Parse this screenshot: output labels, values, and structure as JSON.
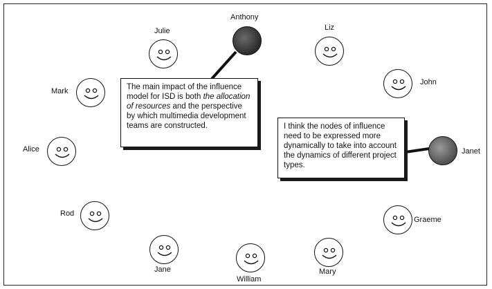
{
  "diagram": {
    "people": [
      {
        "id": "anthony",
        "name": "Anthony",
        "style": "dark"
      },
      {
        "id": "liz",
        "name": "Liz",
        "style": "smiley"
      },
      {
        "id": "julie",
        "name": "Julie",
        "style": "smiley"
      },
      {
        "id": "mark",
        "name": "Mark",
        "style": "smiley"
      },
      {
        "id": "john",
        "name": "John",
        "style": "smiley"
      },
      {
        "id": "alice",
        "name": "Alice",
        "style": "smiley"
      },
      {
        "id": "janet",
        "name": "Janet",
        "style": "dark"
      },
      {
        "id": "rod",
        "name": "Rod",
        "style": "smiley"
      },
      {
        "id": "graeme",
        "name": "Graeme",
        "style": "smiley"
      },
      {
        "id": "jane",
        "name": "Jane",
        "style": "smiley"
      },
      {
        "id": "william",
        "name": "William",
        "style": "smiley"
      },
      {
        "id": "mary",
        "name": "Mary",
        "style": "smiley"
      }
    ],
    "callouts": [
      {
        "speaker": "Anthony",
        "text_pre": "The main impact of the influence model for ISD is both ",
        "text_em": "the allocation of resources",
        "text_post": " and the perspective by which multimedia development teams are constructed."
      },
      {
        "speaker": "Janet",
        "text": "I think the nodes of influence need to be expressed more dynamically to take into account the dynamics of different project types."
      }
    ],
    "colors": {
      "dark_node": "#3a3a3a",
      "outline": "#111111",
      "shadow": "#1a1a1a"
    }
  }
}
